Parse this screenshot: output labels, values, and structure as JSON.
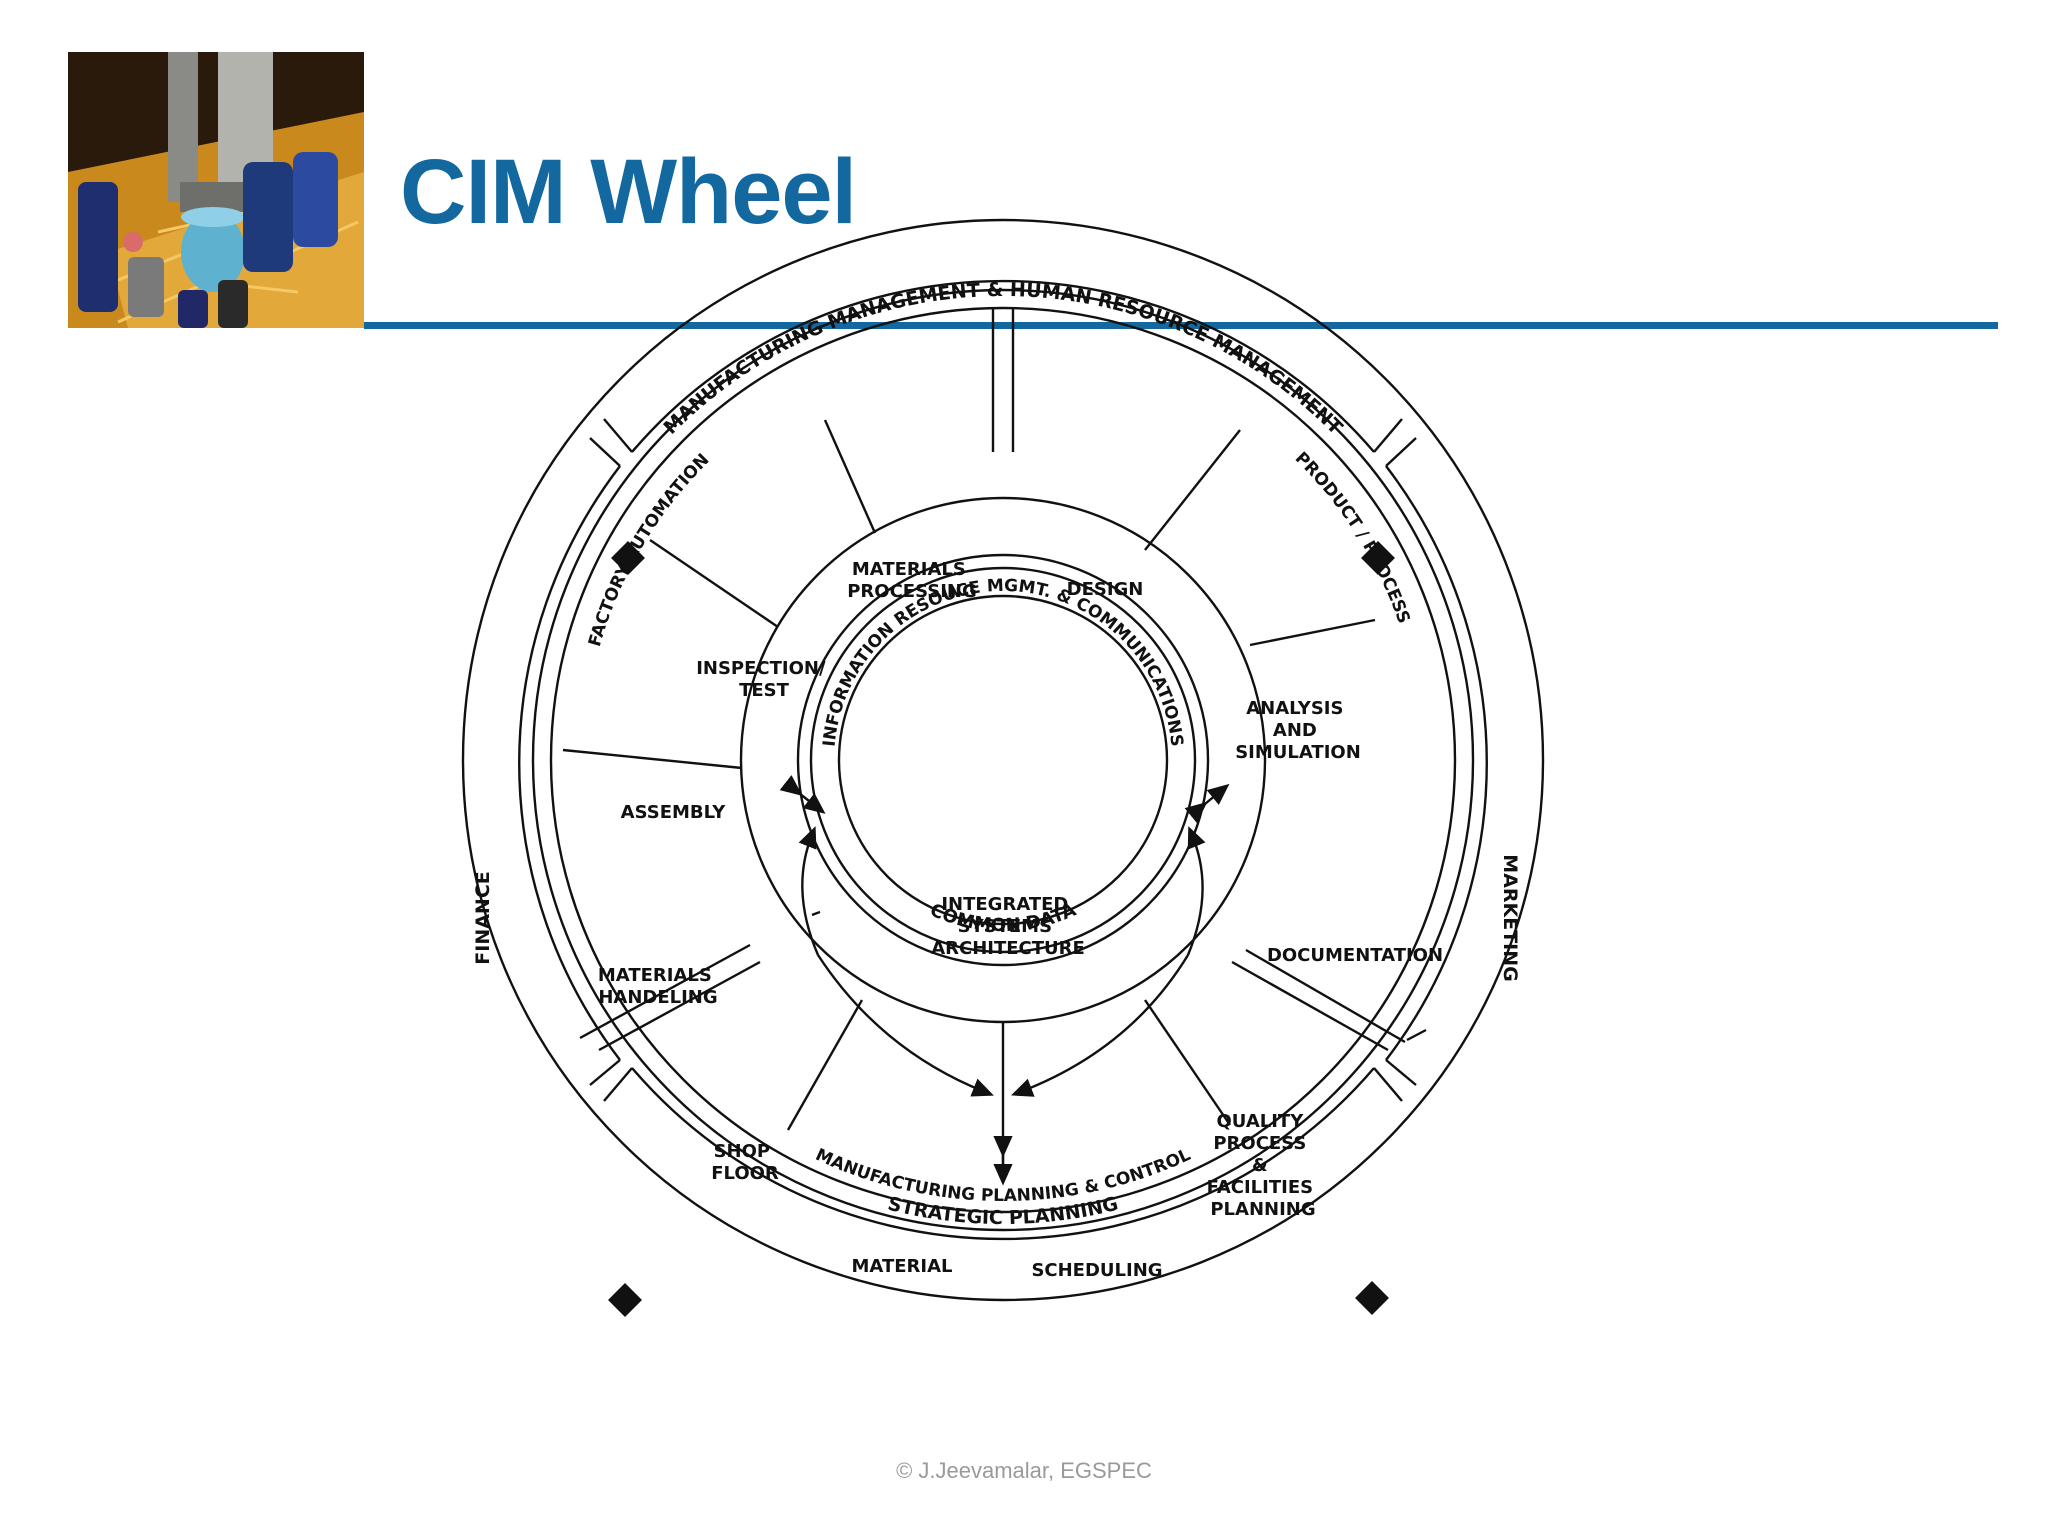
{
  "slide": {
    "title": "CIM Wheel",
    "footer": "© J.Jeevamalar,  EGSPEC",
    "accent_color": "#12689f"
  },
  "photo": {
    "icon": "circuit-board-photo"
  },
  "wheel": {
    "outer_ring": {
      "top": "MANUFACTURING MANAGEMENT & HUMAN RESOURCE MANAGEMENT",
      "left": "FINANCE",
      "right": "MARKETING",
      "bottom": "STRATEGIC PLANNING"
    },
    "middle_ring": {
      "left": "FACTORY AUTOMATION",
      "right": "PRODUCT / PROCESS",
      "bottom": "MANUFACTURING PLANNING & CONTROL"
    },
    "segments": {
      "materials_processing": [
        "MATERIALS",
        "PROCESSING"
      ],
      "design": [
        "DESIGN"
      ],
      "analysis": [
        "ANALYSIS",
        "AND",
        "SIMULATION"
      ],
      "documentation": [
        "DOCUMENTATION"
      ],
      "quality": [
        "QUALITY",
        "PROCESS",
        "&",
        "FACILITIES",
        "PLANNING"
      ],
      "scheduling": [
        "SCHEDULING"
      ],
      "material": [
        "MATERIAL"
      ],
      "shop_floor": [
        "SHOP",
        "FLOOR"
      ],
      "materials_handeling": [
        "MATERIALS",
        "HANDELING"
      ],
      "assembly": [
        "ASSEMBLY"
      ],
      "inspection": [
        "INSPECTION/",
        "TEST"
      ]
    },
    "inner_ring": {
      "top": "INFORMATION RESOUCE MGMT. & COMMUNICATIONS",
      "bottom": "COMMON DATA"
    },
    "hub": [
      "INTEGRATED",
      "SYSTEMS",
      "ARCHITECTURE"
    ]
  }
}
